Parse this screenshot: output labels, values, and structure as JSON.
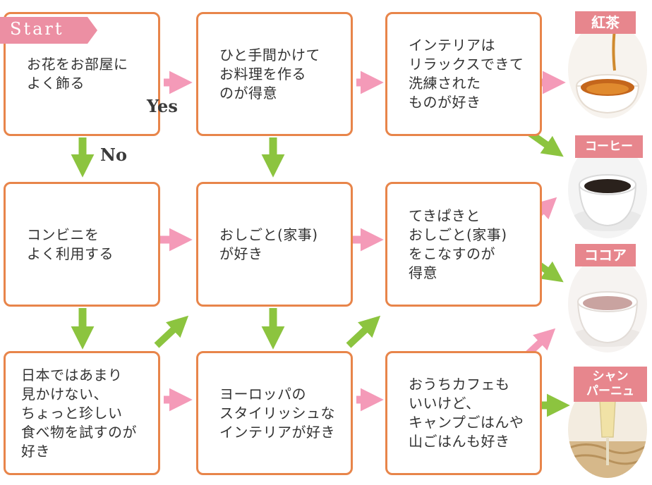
{
  "start_label": "Start",
  "yes_label": "Yes",
  "no_label": "No",
  "boxes": {
    "q1": "お花をお部屋に\nよく飾る",
    "q2": "ひと手間かけて\nお料理を作る\nのが得意",
    "q3": "インテリアは\nリラックスできて\n洗練された\nものが好き",
    "q4": "コンビニを\nよく利用する",
    "q5": "おしごと(家事)\nが好き",
    "q6": "てきぱきと\nおしごと(家事)\nをこなすのが\n得意",
    "q7": "日本ではあまり\n見かけない、\nちょっと珍しい\n食べ物を試すのが\n好き",
    "q8": "ヨーロッパの\nスタイリッシュな\nインテリアが好き",
    "q9": "おうちカフェも\nいいけど、\nキャンプごはんや\n山ごはんも好き"
  },
  "results": {
    "tea": "紅茶",
    "coffee": "コーヒー",
    "cocoa": "ココア",
    "champagne": "シャン\nパーニュ"
  },
  "colors": {
    "box_border": "#e8854a",
    "pink_arrow": "#f49ab8",
    "green_arrow": "#8cc43f",
    "label_bg": "#e7868d"
  }
}
